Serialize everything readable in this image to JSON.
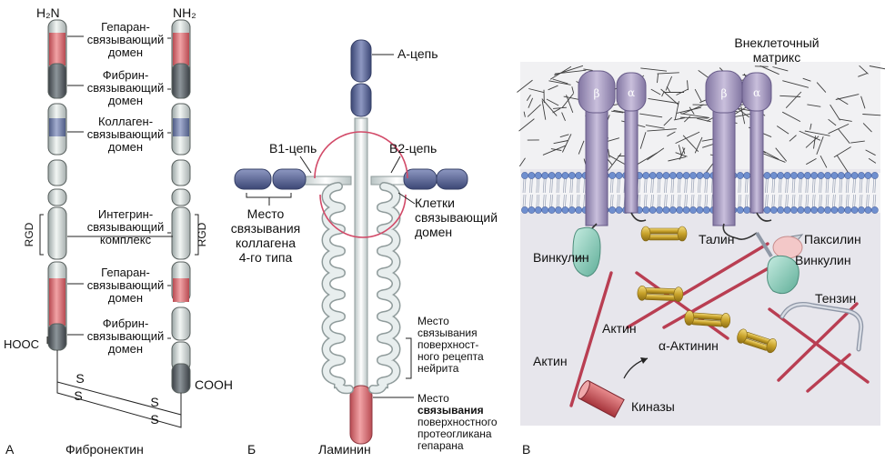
{
  "panel_a": {
    "letter": "А",
    "title": "Фибронектин",
    "n_term_left": "H₂N",
    "n_term_right": "NH₂",
    "c_term_left": "HOOC",
    "c_term_right": "COOH",
    "rgd_left": "RGD",
    "rgd_right": "RGD",
    "s": "S",
    "domains": [
      [
        "Гепаран-",
        "связывающий",
        "домен"
      ],
      [
        "Фибрин-",
        "связывающий",
        "домен"
      ],
      [
        "Коллаген-",
        "связывающий",
        "домен"
      ],
      [
        "Интегрин-",
        "связывающий",
        "комплекс"
      ],
      [
        "Гепаран-",
        "связывающий",
        "домен"
      ],
      [
        "Фибрин-",
        "связывающий",
        "домен"
      ]
    ]
  },
  "panel_b": {
    "letter": "Б",
    "title": "Ламинин",
    "a_chain": "А-цепь",
    "b1_chain": "В1-цепь",
    "b2_chain": "В2-цепь",
    "collagen_site": [
      "Место",
      "связывания",
      "коллагена",
      "4-го типа"
    ],
    "cell_domain": [
      "Клетки",
      "связывающий",
      "домен"
    ],
    "neurite_site": [
      "Место",
      "связывания",
      "поверхност-",
      "ного рецепта",
      "нейрита"
    ],
    "heparan_site": {
      "first": "Место",
      "bold": "связывания",
      "rest": [
        "поверхностного",
        "протеогликана",
        "гепарана"
      ]
    }
  },
  "panel_c": {
    "letter": "В",
    "ecm": [
      "Внеклеточный",
      "матрикс"
    ],
    "beta": "β",
    "alpha": "α",
    "vinculin_left": "Винкулин",
    "talin": "Талин",
    "paxillin": "Паксилин",
    "vinculin_right": "Винкулин",
    "tensin": "Тензин",
    "actin_mid": "Актин",
    "actin_low": "Актин",
    "alpha_actinin": "α-Актинин",
    "kinases": "Киназы"
  }
}
